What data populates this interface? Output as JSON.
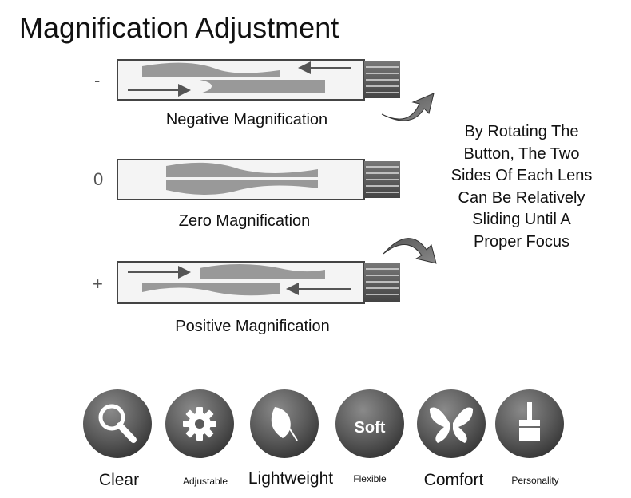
{
  "title": "Magnification Adjustment",
  "lenses": [
    {
      "sign": "-",
      "caption": "Negative Magnification"
    },
    {
      "sign": "0",
      "caption": "Zero Magnification"
    },
    {
      "sign": "+",
      "caption": "Positive Magnification"
    }
  ],
  "side_text": [
    "By Rotating The",
    "Button, The Two",
    "Sides Of Each Lens",
    "Can Be Relatively",
    "Sliding Until A",
    "Proper Focus"
  ],
  "features": [
    {
      "label": "Clear",
      "icon": "magnifier-icon"
    },
    {
      "label": "Adjustable",
      "icon": "gear-icon"
    },
    {
      "label": "Lightweight",
      "icon": "feather-icon"
    },
    {
      "label": "Flexible",
      "icon": "soft-icon",
      "icon_text": "Soft"
    },
    {
      "label": "Comfort",
      "icon": "butterfly-icon"
    },
    {
      "label": "Personality",
      "icon": "brush-icon"
    }
  ]
}
